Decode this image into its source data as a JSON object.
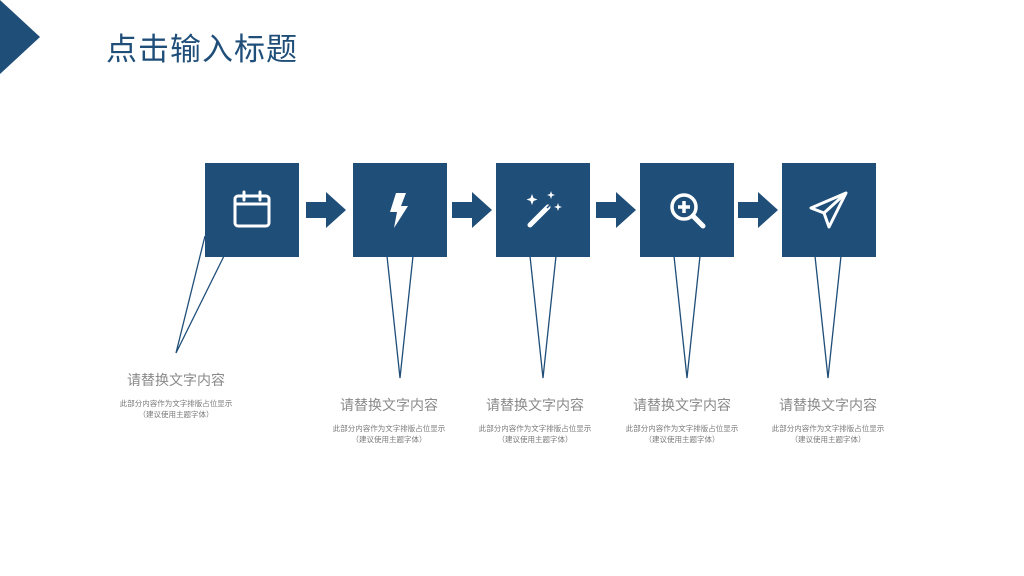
{
  "colors": {
    "accent": "#1f4e79",
    "caption_title": "#8a8a8a",
    "caption_desc": "#7a7a7a"
  },
  "header": {
    "title": "点击输入标题"
  },
  "steps": [
    {
      "icon": "calendar-icon",
      "title": "请替换文字内容",
      "desc_line1": "此部分内容作为文字排版占位显示",
      "desc_line2": "（建议使用主题字体）"
    },
    {
      "icon": "lightning-bolt-icon",
      "title": "请替换文字内容",
      "desc_line1": "此部分内容作为文字排版占位显示",
      "desc_line2": "（建议使用主题字体）"
    },
    {
      "icon": "magic-wand-icon",
      "title": "请替换文字内容",
      "desc_line1": "此部分内容作为文字排版占位显示",
      "desc_line2": "（建议使用主题字体）"
    },
    {
      "icon": "zoom-in-icon",
      "title": "请替换文字内容",
      "desc_line1": "此部分内容作为文字排版占位显示",
      "desc_line2": "（建议使用主题字体）"
    },
    {
      "icon": "paper-plane-icon",
      "title": "请替换文字内容",
      "desc_line1": "此部分内容作为文字排版占位显示",
      "desc_line2": "（建议使用主题字体）"
    }
  ]
}
